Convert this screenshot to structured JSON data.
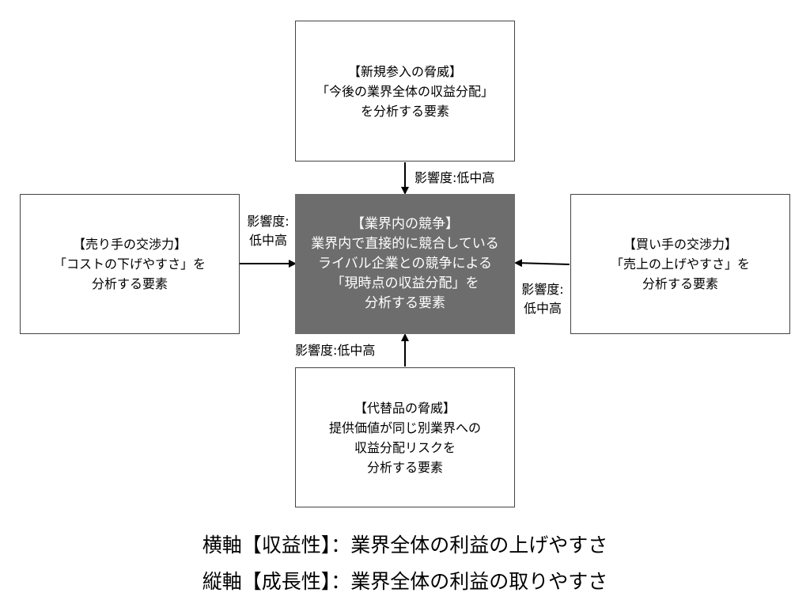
{
  "nodes": {
    "top": {
      "lines": [
        "【新規参入の脅威】",
        "「今後の業界全体の収益分配」",
        "を分析する要素"
      ]
    },
    "left": {
      "lines": [
        "【売り手の交渉力】",
        "「コストの下げやすさ」を",
        "分析する要素"
      ]
    },
    "center": {
      "lines": [
        "【業界内の競争】",
        "業界内で直接的に競合している",
        "ライバル企業との競争による",
        "「現時点の収益分配」を",
        "分析する要素"
      ]
    },
    "right": {
      "lines": [
        "【買い手の交渉力】",
        "「売上の上げやすさ」を",
        "分析する要素"
      ]
    },
    "bottom": {
      "lines": [
        "【代替品の脅威】",
        "提供価値が同じ別業界への",
        "収益分配リスクを",
        "分析する要素"
      ]
    }
  },
  "edge_labels": {
    "top": "影響度:低中高",
    "left": [
      "影響度:",
      "低中高"
    ],
    "right": [
      "影響度:",
      "低中高"
    ],
    "bottom": "影響度:低中高"
  },
  "footer": {
    "horizontal": "横軸【収益性】：業界全体の利益の上げやすさ",
    "vertical": "縦軸【成長性】：業界全体の利益の取りやすさ"
  },
  "colors": {
    "center_fill": "#6d6d6d",
    "center_text": "#ffffff",
    "box_border": "#444444",
    "arrow": "#000000"
  }
}
